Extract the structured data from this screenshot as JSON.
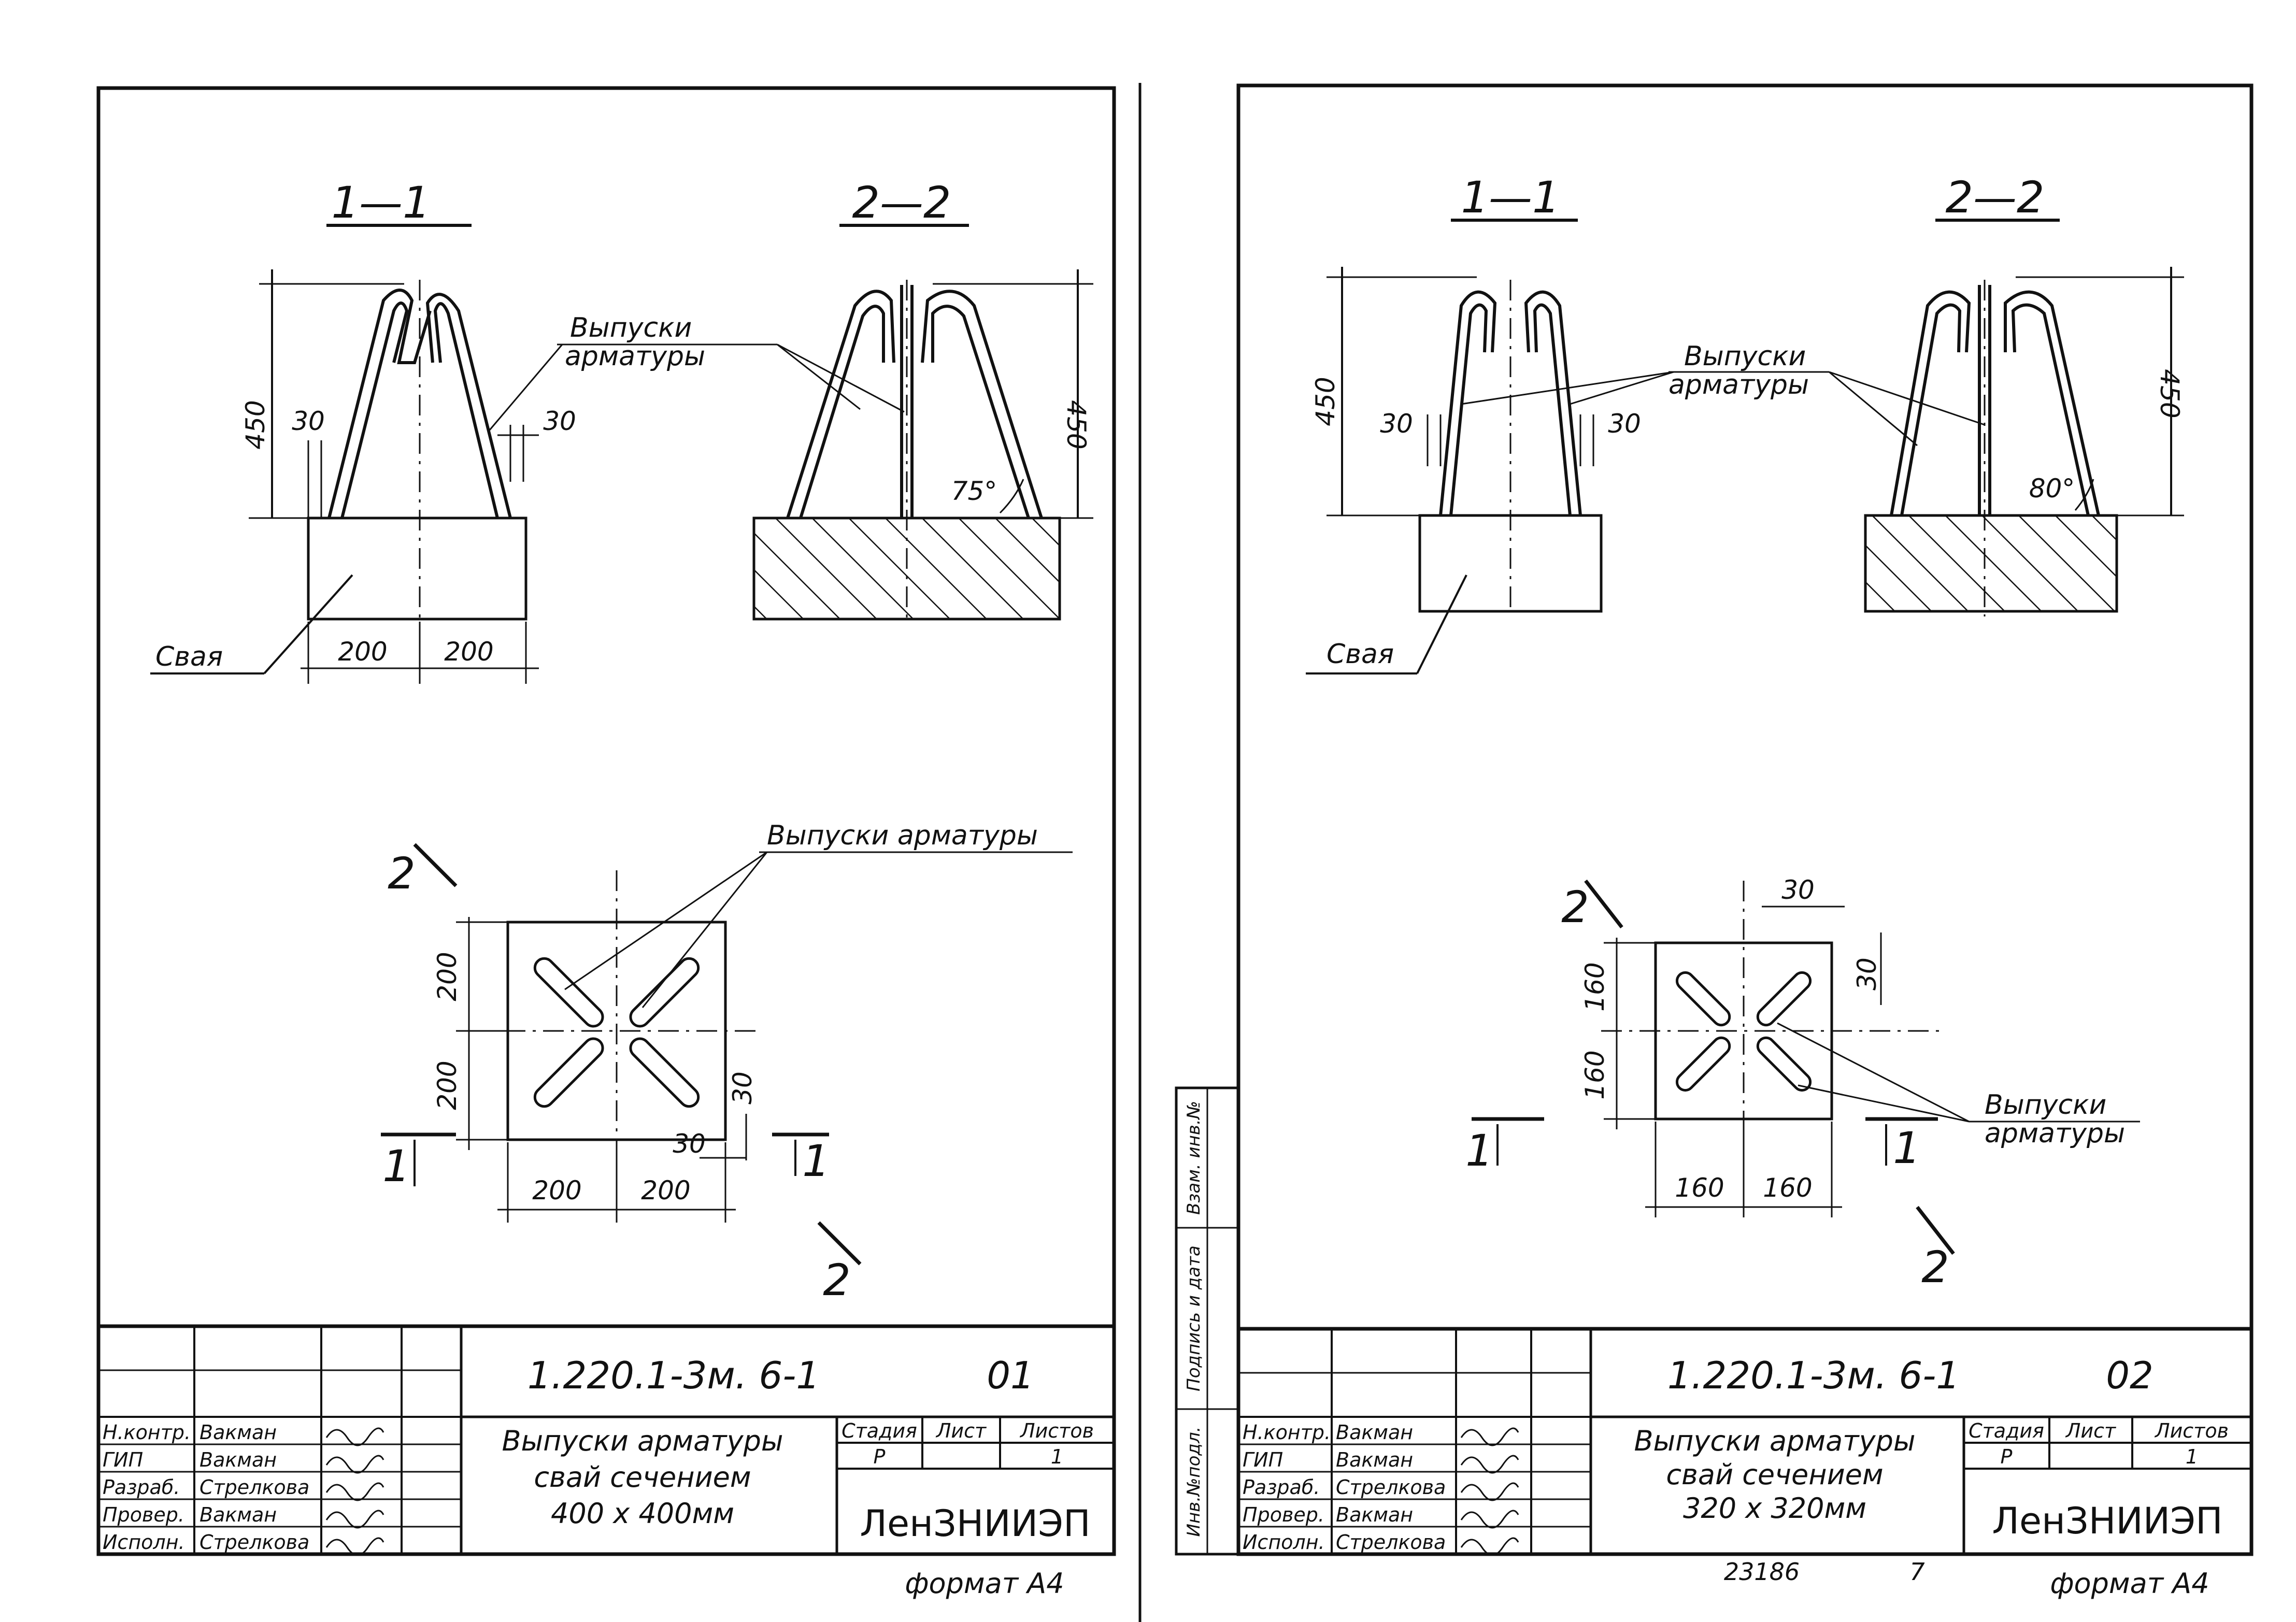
{
  "sheets": [
    {
      "section_a": "1—1",
      "section_b": "2—2",
      "rebar_label_1": "Выпуски",
      "rebar_label_2": "арматуры",
      "rebar_label_plan": "Выпуски арматуры",
      "pile_label": "Свая",
      "dims": {
        "height_left": "450",
        "height_right": "450",
        "offset_left": "30",
        "offset_right": "30",
        "half_left": "200",
        "half_right": "200",
        "angle": "75°",
        "plan_side_top": "200",
        "plan_side_bottom": "200",
        "plan_bottom_left": "200",
        "plan_bottom_right": "200",
        "plan_offset_h": "30",
        "plan_offset_v": "30"
      },
      "cut_marks": {
        "c1_left": "1",
        "c1_right": "1",
        "c2_top": "2",
        "c2_bottom": "2"
      },
      "stamp": {
        "code": "1.220.1-3м. 6-1",
        "sheet_no": "01",
        "roles": [
          "Н.контр.",
          "ГИП",
          "Разраб.",
          "Провер.",
          "Исполн."
        ],
        "names": [
          "Вакман",
          "Вакман",
          "Стрелкова",
          "Вакман",
          "Стрелкова"
        ],
        "description": [
          "Выпуски арматуры",
          "свай сечением",
          "400 х 400мм"
        ],
        "stage_header": "Стадия",
        "sheet_header": "Лист",
        "sheets_header": "Листов",
        "stage_value": "Р",
        "sheets_value": "1",
        "organization": "ЛенЗНИИЭП",
        "format": "формат А4"
      }
    },
    {
      "section_a": "1—1",
      "section_b": "2—2",
      "rebar_label_1": "Выпуски",
      "rebar_label_2": "арматуры",
      "rebar_label_plan_1": "Выпуски",
      "rebar_label_plan_2": "арматуры",
      "pile_label": "Свая",
      "dims": {
        "height_left": "450",
        "height_right": "450",
        "offset_left": "30",
        "offset_right": "30",
        "angle": "80°",
        "plan_side_top": "160",
        "plan_side_bottom": "160",
        "plan_bottom_left": "160",
        "plan_bottom_right": "160",
        "plan_offset_h": "30",
        "plan_offset_v": "30"
      },
      "cut_marks": {
        "c1_left": "1",
        "c1_right": "1",
        "c2_top": "2",
        "c2_bottom": "2"
      },
      "side_labels": [
        "Инв.№подл.",
        "Подпись и дата",
        "Взам. инв.№"
      ],
      "stamp": {
        "code": "1.220.1-3м. 6-1",
        "sheet_no": "02",
        "roles": [
          "Н.контр.",
          "ГИП",
          "Разраб.",
          "Провер.",
          "Исполн."
        ],
        "names": [
          "Вакман",
          "Вакман",
          "Стрелкова",
          "Вакман",
          "Стрелкова"
        ],
        "description": [
          "Выпуски арматуры",
          "свай сечением",
          "320 х 320мм"
        ],
        "stage_header": "Стадия",
        "sheet_header": "Лист",
        "sheets_header": "Листов",
        "stage_value": "Р",
        "sheets_value": "1",
        "organization": "ЛенЗНИИЭП",
        "footer_number": "23186",
        "footer_page": "7",
        "format": "формат А4"
      }
    }
  ]
}
